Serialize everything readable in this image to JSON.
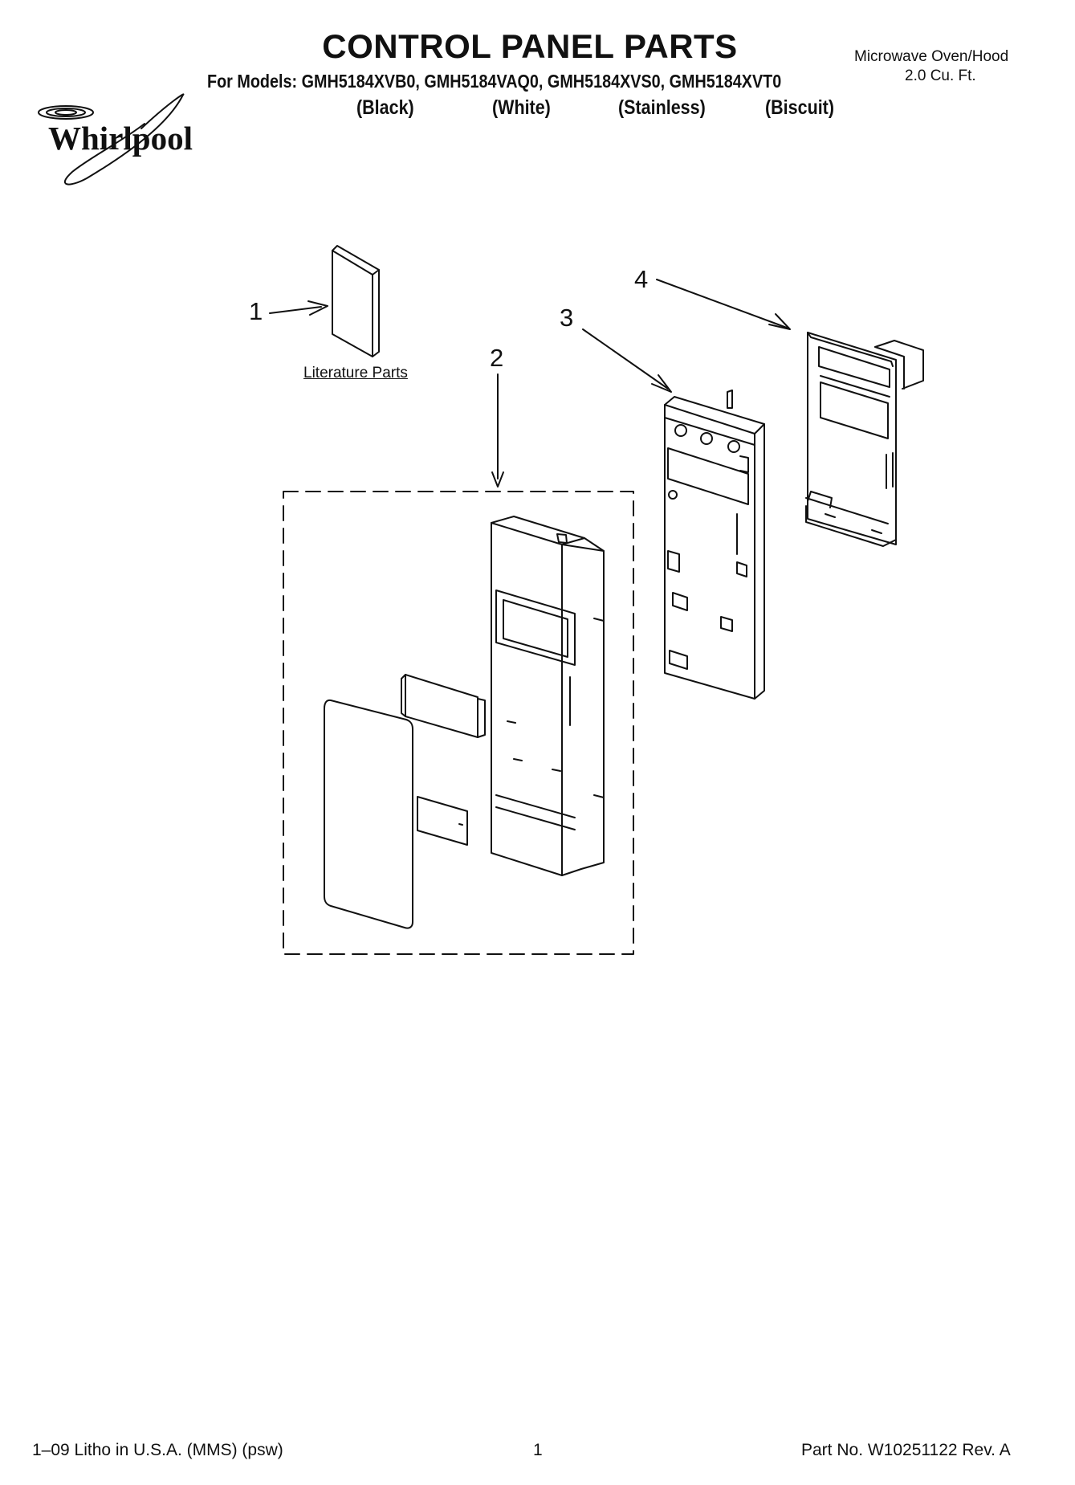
{
  "header": {
    "title": "CONTROL PANEL PARTS",
    "models_line": "For Models: GMH5184XVB0, GMH5184VAQ0, GMH5184XVS0, GMH5184XVT0",
    "colors": [
      "(Black)",
      "(White)",
      "(Stainless)",
      "(Biscuit)"
    ],
    "product_type": "Microwave Oven/Hood",
    "capacity": "2.0 Cu. Ft."
  },
  "brand": {
    "logo_text": "Whirlpool",
    "logo_icon": "whirlpool-swirl-logo"
  },
  "diagram": {
    "callouts": [
      "1",
      "2",
      "3",
      "4"
    ],
    "literature_label": "Literature Parts"
  },
  "footer": {
    "left": "1–09 Litho in U.S.A. (MMS) (psw)",
    "center": "1",
    "right": "Part No. W10251122 Rev. A"
  }
}
